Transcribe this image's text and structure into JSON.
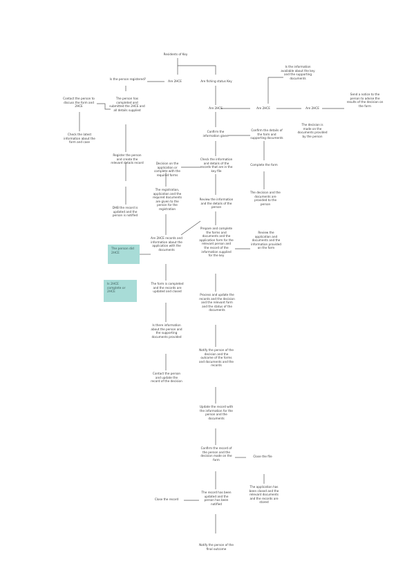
{
  "diagram": {
    "colors": {
      "line": "#555555",
      "text": "#3a3a3a",
      "highlight": "#a8dcd7"
    },
    "nodes": {
      "root": "Residents of Key",
      "left_top": "Is the person registered?",
      "left_h": "Are 2HCE",
      "mid_top": "Are fishing status Key",
      "right_top": "Is the information available about the key and the supporting documents",
      "left_info": "The person has completed and submitted the 2HCE and all details supplied",
      "far_left": "Contact the person to discuss the form and 2HCE",
      "far_left_2": "Check the latest information about the form and case",
      "mid_2hce": "Are 2HCE",
      "right_2hce": "Are 2HCE",
      "right_2hce_2": "Are 2HCE",
      "far_right": "Send a notice to the person to advise the results of the decision on the form",
      "mid_confirm": "Confirm the information given",
      "right_confirm": "Confirm the details of the form and supporting documents",
      "right_small": "The decision is made on the documents provided by the person",
      "left_register": "Register the person and create the relevant details record",
      "left_decision": "Decision on the application or complete with the required forms",
      "mid_check": "Check the information and details of the records that are in the key file",
      "right_check": "Complete the form",
      "left_list": "The registration, application and the required documents are given to the person for the registration",
      "right_result": "The decision and the documents are provided to the person",
      "left_done": "DHB the record is updated and the person is notified",
      "mid_review": "Review the information and the details of the person",
      "left_2hce": "Are 2HCE records and information about the application with the documents",
      "mid_long": "Prepare and complete the forms and documents and the application form for the relevant person and the record of the information supplied for the key",
      "right_long": "Review the application and documents and the information provided on the form",
      "teal_1": "The person did 2HCE",
      "teal_2": "Is 2HCE complete or 2HCE",
      "left_form": "The form is completed and the records are updated and closed",
      "mid_process": "Process and update the records and the decision and the relevant form and the status of the documents",
      "left_notify": "Is there information about the person and the supporting documents provided",
      "mid_next": "Notify the person of the decision and the outcome of the forms and documents and the records",
      "left_end": "Contact the person and update the record of the decision",
      "mid_info": "Update the record with the information for the person and the documents",
      "mid_final": "Confirm the record of the person and the decision made on the form",
      "right_final": "Close the file",
      "right_final_2": "The application has been closed and the relevant documents and the records are stored",
      "left_ending": "Close the record",
      "mid_close": "The record has been updated and the person has been notified",
      "bottom": "Notify the person of the final outcome"
    }
  }
}
